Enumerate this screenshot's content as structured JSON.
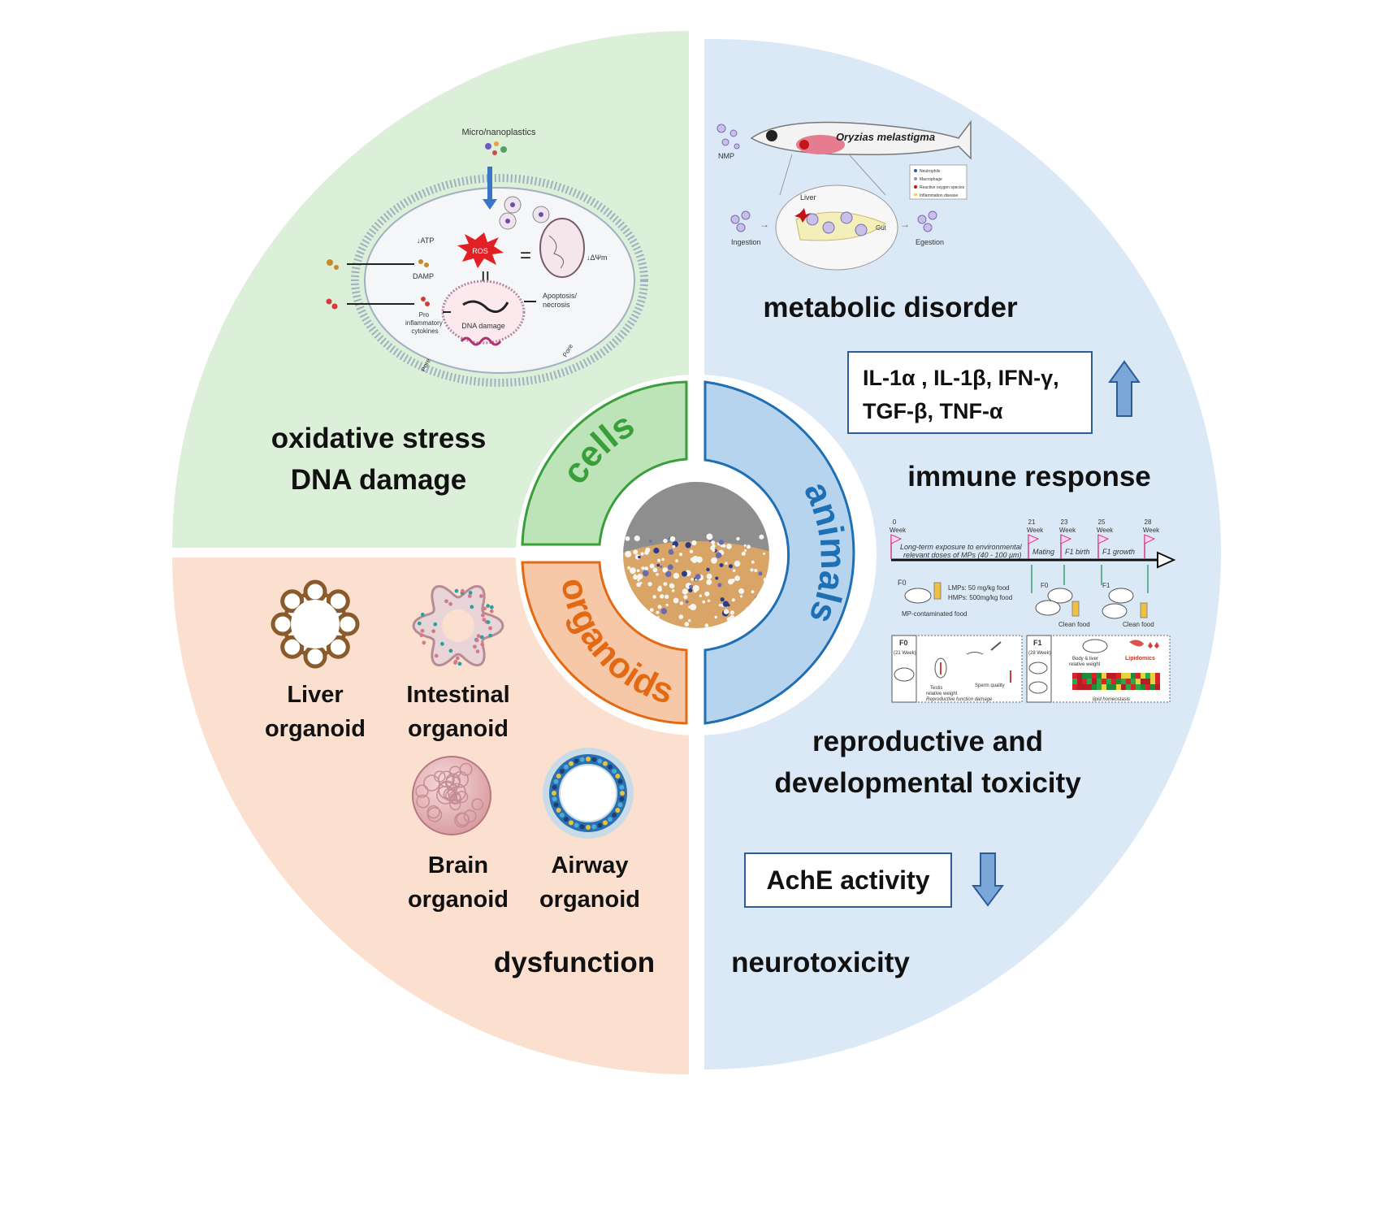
{
  "colors": {
    "cells_bg": "#dcefd9",
    "animals_bg": "#dbe9f7",
    "organoids_bg": "#fbe0d0",
    "cells_accent": "#3a9e3a",
    "animals_accent": "#1f6fb5",
    "organoids_accent": "#e36a14",
    "arrow_blue": "#7aa6d8"
  },
  "center": {
    "cells": "cells",
    "animals": "animals",
    "organoids": "organoids"
  },
  "cells_quadrant": {
    "figure_label_top": "Micro/nanoplastics",
    "ros": "ROS",
    "atp": "↓ATP",
    "damp": "DAMP",
    "delta_psi": "↓ΔΨm",
    "pro_inflammatory": [
      "Pro",
      "inflammatory",
      "cytokines"
    ],
    "dna_damage_small": "DNA damage",
    "apoptosis": [
      "Apoptosis/",
      "necrosis"
    ],
    "pore": "Pore",
    "heading_line1": "oxidative stress",
    "heading_line2": "DNA damage"
  },
  "animals_quadrant": {
    "fish_species": "Oryzias melastigma",
    "nmp": "NMP",
    "ingestion": "Ingestion",
    "egestion": "Egestion",
    "liver": "Liver",
    "gut": "Gut",
    "legend_items": [
      "Neutrophils",
      "Macrophage",
      "Reactive oxygen species",
      "Inflammation disease"
    ],
    "metabolic": "metabolic disorder",
    "cytokines_line1": "IL-1α , IL-1β, IFN-γ,",
    "cytokines_line2": "TGF-β, TNF-α",
    "immune": "immune response",
    "timeline": {
      "weeks": [
        {
          "n": "0",
          "w": "Week"
        },
        {
          "n": "21",
          "w": "Week"
        },
        {
          "n": "23",
          "w": "Week"
        },
        {
          "n": "25",
          "w": "Week"
        },
        {
          "n": "28",
          "w": "Week"
        }
      ],
      "exposure_line1": "Long-term exposure to environmental",
      "exposure_line2": "relevant doses of MPs (40 - 100 μm)",
      "mating": "Mating",
      "f1_birth": "F1 birth",
      "f1_growth": "F1 growth",
      "f0": "F0",
      "f1": "F1",
      "lmps": "LMPs: 50 mg/kg food",
      "hmps": "HMPs: 500mg/kg food",
      "mp_food": "MP-contaminated food",
      "clean_food": "Clean food",
      "box_f0": "F0",
      "box_f0_week": "(21 Week)",
      "box_f1": "F1",
      "box_f1_week": "(28 Week)",
      "testis": [
        "Testis",
        "relative weight"
      ],
      "sperm": "Sperm quality",
      "repro_damage": "Reproductive function damage",
      "body_liver": [
        "Body & liver",
        "relative weight"
      ],
      "lipidomics": "Lipidomics",
      "lipid": "lipid homeostasis"
    },
    "reproductive_line1": "reproductive and",
    "reproductive_line2": "developmental toxicity",
    "ache": "AchE activity",
    "neuro": "neurotoxicity"
  },
  "organoids_quadrant": {
    "liver_line1": "Liver",
    "liver_line2": "organoid",
    "intestinal_line1": "Intestinal",
    "intestinal_line2": "organoid",
    "brain_line1": "Brain",
    "brain_line2": "organoid",
    "airway_line1": "Airway",
    "airway_line2": "organoid",
    "dysfunction": "dysfunction"
  }
}
